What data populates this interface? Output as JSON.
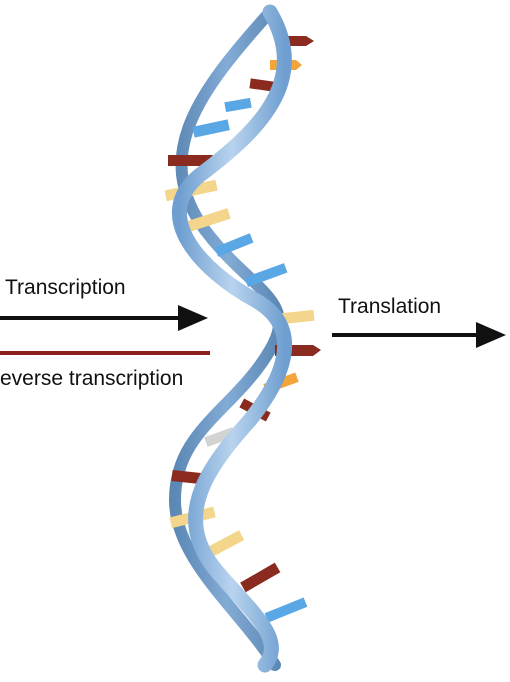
{
  "labels": {
    "transcription": "Transcription",
    "reverse_transcription": "everse transcription",
    "translation": "Translation"
  },
  "colors": {
    "background": "#ffffff",
    "ribbon_front": "#8fb6dc",
    "ribbon_back": "#4f86bd",
    "arrow_black": "#111111",
    "arrow_red": "#8b1e1e",
    "base_red": "#8b2a1e",
    "base_orange": "#f2a53a",
    "base_yellow": "#f3d68c",
    "base_blue": "#5aa7e6",
    "base_gray": "#d3d3d3"
  }
}
